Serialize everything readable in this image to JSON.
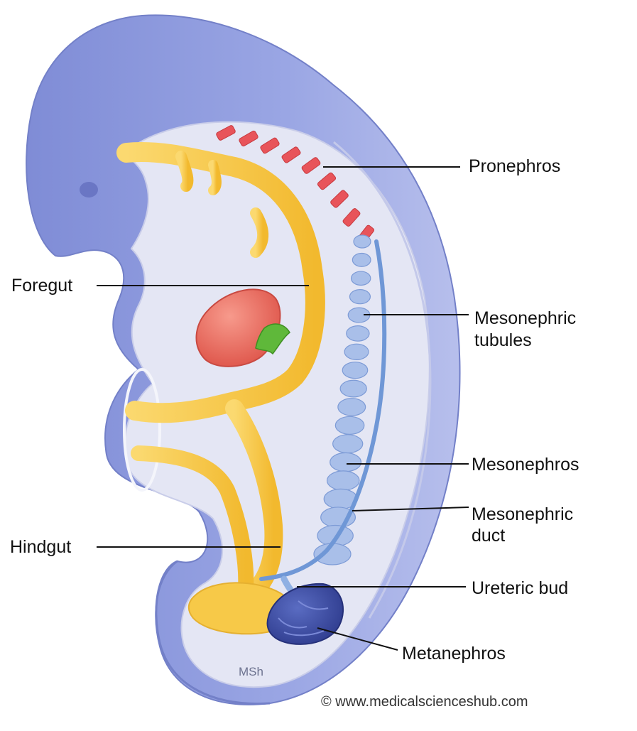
{
  "labels": {
    "pronephros": "Pronephros",
    "foregut": "Foregut",
    "mesonephric_tubules_1": "Mesonephric",
    "mesonephric_tubules_2": "tubules",
    "mesonephros": "Mesonephros",
    "mesonephric_duct_1": "Mesonephric",
    "mesonephric_duct_2": "duct",
    "hindgut": "Hindgut",
    "ureteric_bud": "Ureteric bud",
    "metanephros": "Metanephros"
  },
  "signature": "MSh",
  "credit": "© www.medicalscienceshub.com",
  "colors": {
    "embryo_body": "#8f9be0",
    "embryo_inner": "#e3e5f3",
    "gut": "#f7c948",
    "pronephros": "#e8545a",
    "mesonephros": "#a7bde8",
    "duct": "#6f97d6",
    "metanephros": "#3d4ea6",
    "organ_bud": "#e96a60",
    "pancreas_bud": "#5fb83a"
  }
}
